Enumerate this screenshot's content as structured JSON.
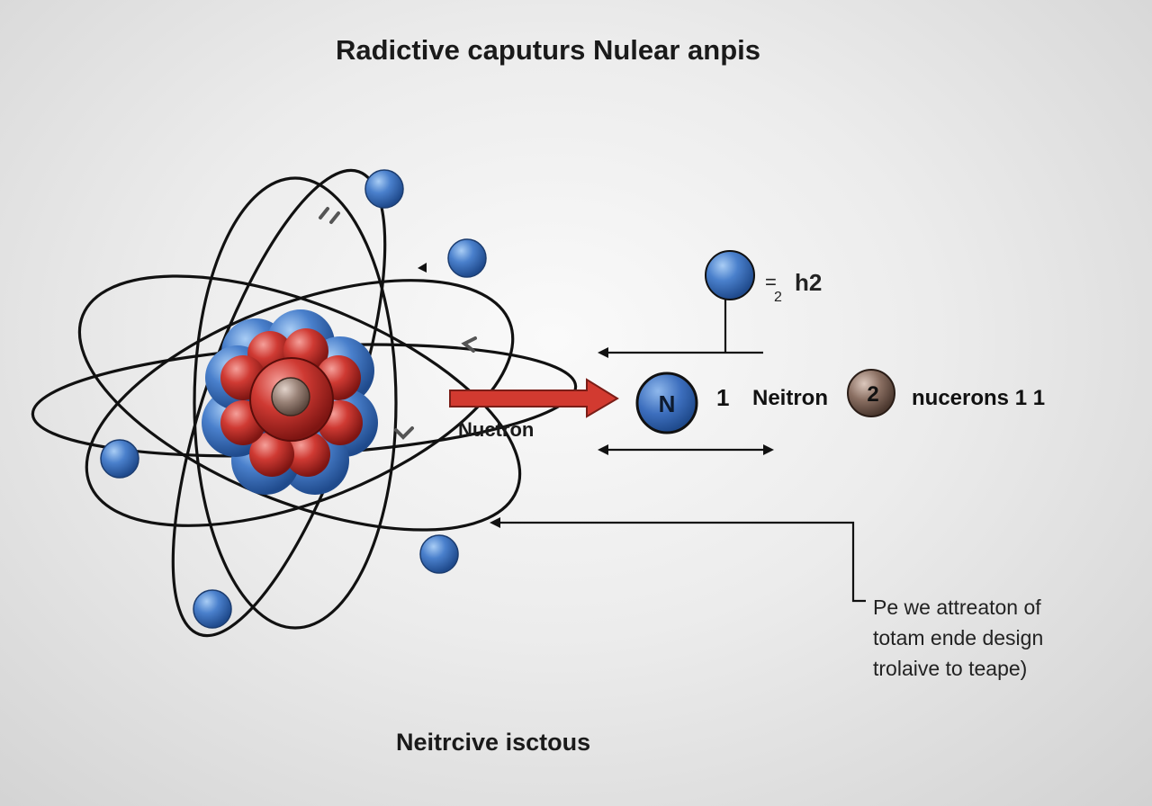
{
  "title": "Radictive caputurs Nulear anpis",
  "labels": {
    "neutron": "Nuctron",
    "h2": "h2",
    "equals": "=",
    "equals_sub": "2",
    "n_symbol": "N",
    "number_one": "1",
    "neitron": "Neitron",
    "nucleon_number": "2",
    "nucleons": "nucerons 1 1"
  },
  "note": {
    "line1": "Pe we attreaton of",
    "line2": "totam ende design",
    "line3": "trolaive to teape)"
  },
  "footer": "Neitrcive isctous",
  "colors": {
    "electron_blue": "#3d6fbe",
    "proton_red": "#c9302c",
    "arrow_red": "#d23a30",
    "core_brown": "#9a8378",
    "nucleon_brown": "#8a6f62"
  }
}
